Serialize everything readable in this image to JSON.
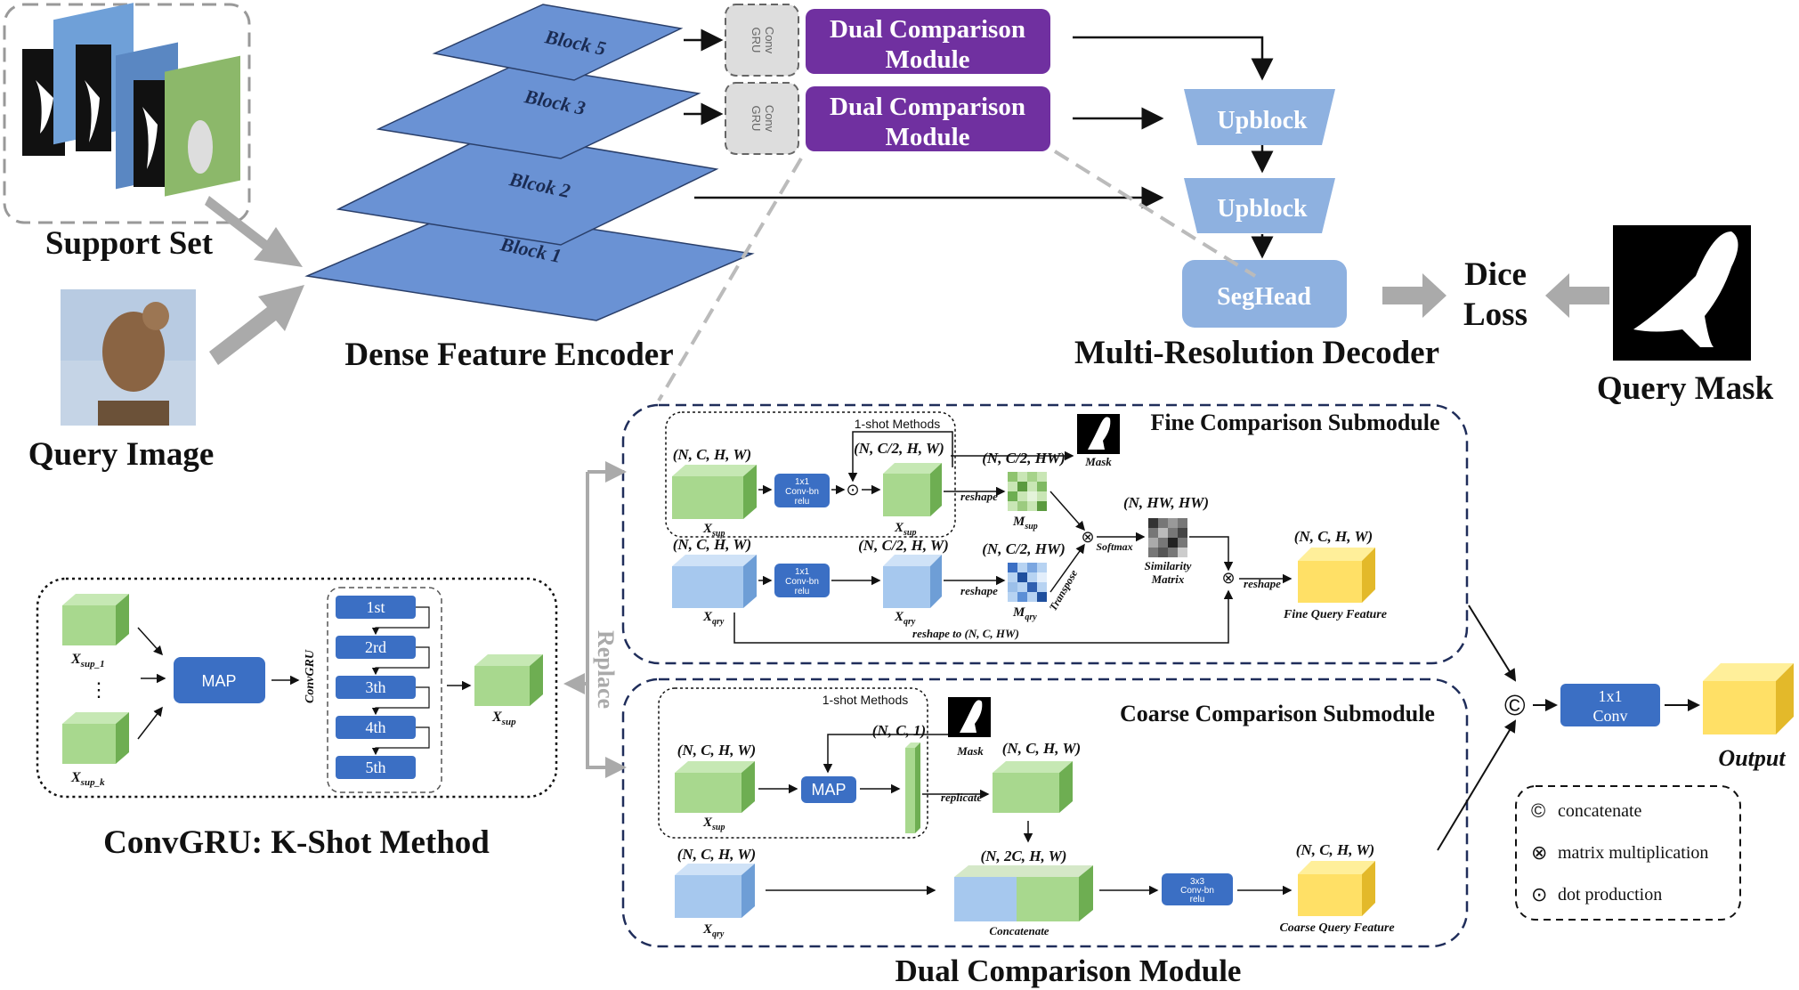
{
  "labels": {
    "support_set": "Support Set",
    "query_image": "Query Image",
    "dense_feature_encoder": "Dense Feature Encoder",
    "multi_resolution_decoder": "Multi-Resolution Decoder",
    "dice": "Dice",
    "loss": "Loss",
    "query_mask": "Query Mask",
    "convgru_kshot": "ConvGRU: K-Shot Method",
    "dual_comparison_module_title": "Dual Comparison Module",
    "replace": "Replace",
    "output": "Output"
  },
  "encoder_blocks": [
    "Block 5",
    "Block 3",
    "Blcok 2",
    "Block 1"
  ],
  "conv_gru_label": [
    "Conv",
    "GRU"
  ],
  "dcm_box": [
    "Dual Comparison",
    "Module"
  ],
  "decoder": {
    "upblock": "Upblock",
    "seghead": "SegHead"
  },
  "fine": {
    "title": "Fine Comparison Submodule",
    "oneshot": "1-shot Methods",
    "dim_nchw": "(N, C, H, W)",
    "dim_nc2hw": "(N, C/2, H, W)",
    "dim_nc2flat": "(N, C/2, HW)",
    "dim_nhwhw": "(N, HW, HW)",
    "conv_lines": [
      "1x1",
      "Conv-bn",
      "relu"
    ],
    "reshape": "reshape",
    "mask": "Mask",
    "x": "X",
    "sub_sup": "sup",
    "sub_qry": "qry",
    "m": "M",
    "transpose": "Transpose",
    "softmax": "Softmax",
    "similarity": [
      "Similarity",
      "Matrix"
    ],
    "reshape_to": "reshape to (N, C, HW)",
    "fine_query_feature": "Fine Query Feature"
  },
  "coarse": {
    "title": "Coarse Comparison Submodule",
    "oneshot": "1-shot Methods",
    "dim_nchw": "(N, C, H, W)",
    "dim_nc1": "(N, C, 1)",
    "dim_n2chw": "(N, 2C, H, W)",
    "map": "MAP",
    "mask": "Mask",
    "replicate": "replicate",
    "concatenate": "Concatenate",
    "conv_lines": [
      "3x3",
      "Conv-bn",
      "relu"
    ],
    "coarse_query_feature": "Coarse Query Feature"
  },
  "kshot": {
    "map": "MAP",
    "convgru": "ConvGRU",
    "steps": [
      "1st",
      "2rd",
      "3th",
      "4th",
      "5th"
    ],
    "x_sup_1_sub": "sup_1",
    "x_sup_k_sub": "sup_k",
    "x_sup_sub": "sup",
    "dots": "⋮"
  },
  "final_conv": [
    "1x1",
    "Conv"
  ],
  "legend": [
    {
      "symbol": "©",
      "text": "concatenate"
    },
    {
      "symbol": "⊗",
      "text": "matrix multiplication"
    },
    {
      "symbol": "⊙",
      "text": "dot production"
    }
  ],
  "colors": {
    "block_blue": "#7399d6",
    "dcm_purple": "#7030a0",
    "decoder_blue": "#8eb1e0",
    "conv_btn": "#3b6fc4",
    "cube_green": "#a8d88e",
    "cube_blue": "#a6c8ee",
    "cube_yellow": "#ffe066"
  }
}
